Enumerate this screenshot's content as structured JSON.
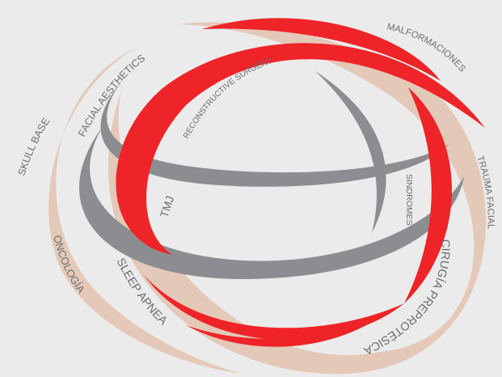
{
  "colors": {
    "background": "#ebebeb",
    "red": "#ee2428",
    "gray": "#8c8d90",
    "tan": "#e4c9b8",
    "text": "#6c6d70"
  },
  "labels": {
    "skull_base": "SKULL BASE",
    "facial_aesthetics": "FACIAL AESTHETICS",
    "reconstructive_surgery": "RECONSTRUCTIVE SURGERY",
    "malformaciones": "MALFORMACIONES",
    "trauma_facial": "TRAUMA FACIAL",
    "tmj": "TMJ",
    "sindromes": "SINDROMES",
    "oncologia": "ONCOLOGÍA",
    "sleep_apnea": "SLEEP APNEA",
    "cirugia_preprotesica": "CIRUGÍA PREPROTÉSICA"
  }
}
